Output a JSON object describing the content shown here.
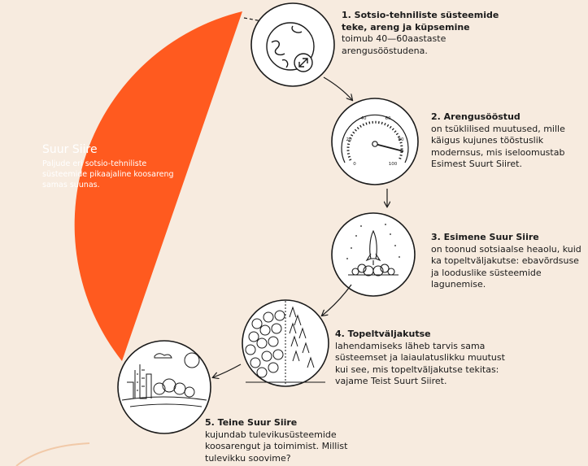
{
  "intro": {
    "title": "Suur Siire",
    "body": "Paljude eri sotsio-tehniliste süsteemide pikaajaline koosareng samas suunas."
  },
  "steps": [
    {
      "title": "1. Sotsio-tehniliste süsteemide teke, areng ja küpsemine",
      "body": "toimub 40—60aastaste arengusööstudena.",
      "icon": "globe-icon"
    },
    {
      "title": "2. Arengusööstud",
      "body": "on tsüklilised muutused, mille käigus kujunes tööstuslik modernsus, mis iseloomustab Esimest Suurt Siiret.",
      "icon": "gauge-icon"
    },
    {
      "title": "3. Esimene Suur Siire",
      "body": "on toonud sotsiaalse heaolu, kuid ka topeltväljakutse: ebavõrdsuse ja looduslike süsteemide lagunemise.",
      "icon": "rocket-icon"
    },
    {
      "title": "4. Topeltväljakutse",
      "body": "lahendamiseks läheb tarvis sama süsteemset ja laiaulatuslikku muutust kui see, mis topeltväljakutse tekitas: vajame Teist Suurt Siiret.",
      "icon": "forest-icon"
    },
    {
      "title": "5. Teine Suur Siire",
      "body": "kujundab tulevikusüsteemide koosarengut ja toimimist. Millist tulevikku soovime?",
      "icon": "city-landscape-icon"
    }
  ],
  "gauge": {
    "ticks": [
      "0",
      "20",
      "40",
      "60",
      "80",
      "100"
    ]
  },
  "colors": {
    "accent": "#ff5a1f",
    "background": "#f7ebdf",
    "ink": "#1a1a1a"
  }
}
